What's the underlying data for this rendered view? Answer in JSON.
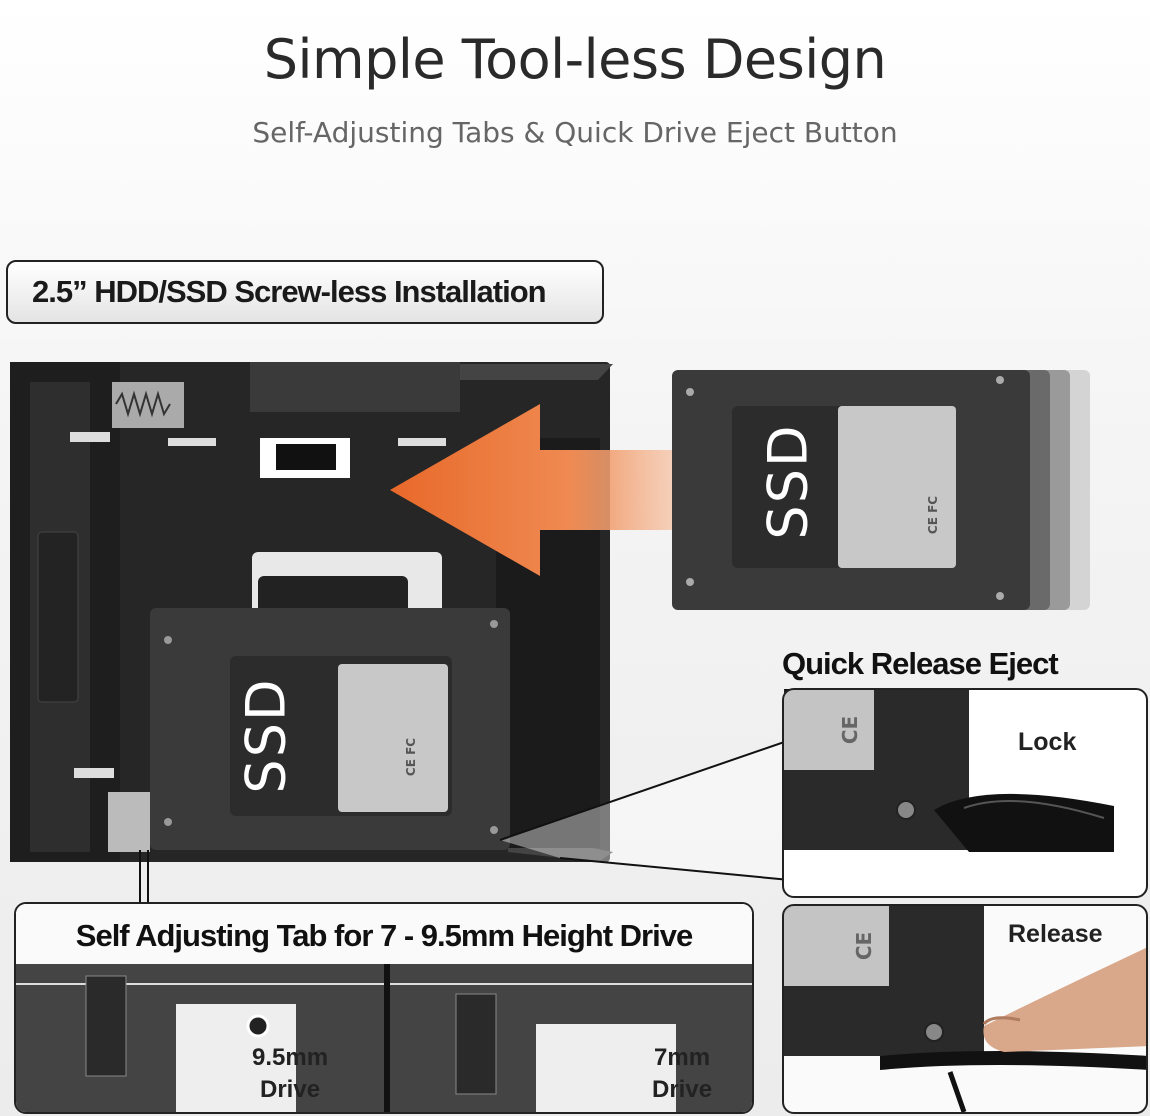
{
  "header": {
    "title": "Simple Tool-less Design",
    "subtitle": "Self-Adjusting Tabs & Quick Drive Eject Button"
  },
  "banner": {
    "label": "2.5” HDD/SSD Screw-less Installation"
  },
  "drive": {
    "label": "SSD",
    "certification": "CE FC"
  },
  "quick_release": {
    "title": "Quick Release Eject Button",
    "lock_label": "Lock",
    "release_label": "Release"
  },
  "adjusting_tab": {
    "title": "Self Adjusting Tab for 7 - 9.5mm Height Drive",
    "left_line1": "9.5mm",
    "left_line2": "Drive",
    "right_line1": "7mm",
    "right_line2": "Drive"
  },
  "colors": {
    "arrow": "#e8692a",
    "tray": "#2b2b2b",
    "ssd_body": "#3a3a3a"
  }
}
